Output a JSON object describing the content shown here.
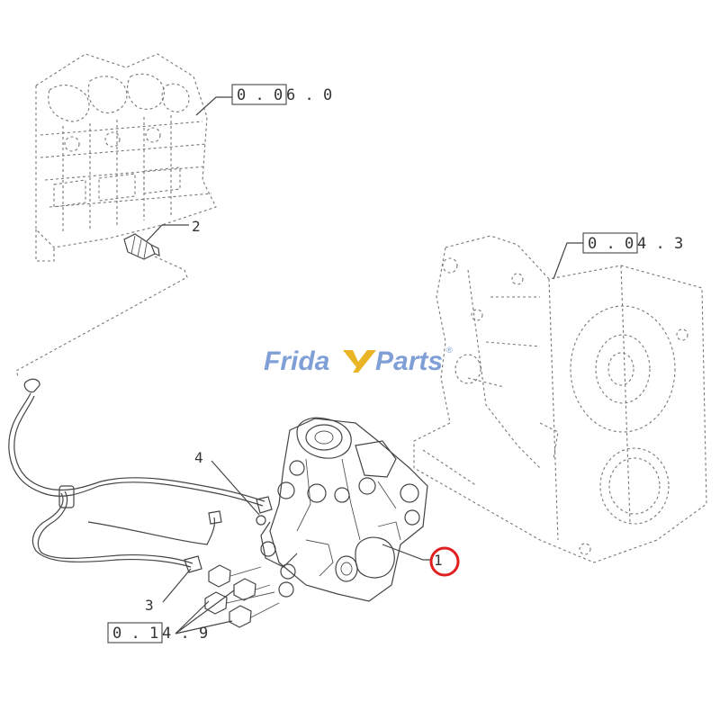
{
  "watermark": {
    "brand_part1": "Frida",
    "brand_part2": "Parts",
    "registered_mark": "®",
    "color_primary": "#6a8fcf",
    "color_accent": "#e6a800"
  },
  "references": [
    {
      "boxed": "0 . 0",
      "tail": "6 . 0"
    },
    {
      "boxed": "0 . 0",
      "tail": "4 . 3"
    },
    {
      "boxed": "0 . 1",
      "tail": "4 . 9"
    }
  ],
  "callouts": {
    "item_1": "1",
    "item_2": "2",
    "item_3": "3",
    "item_4": "4"
  },
  "highlight": {
    "target": "item_1",
    "color": "#e0201f"
  }
}
